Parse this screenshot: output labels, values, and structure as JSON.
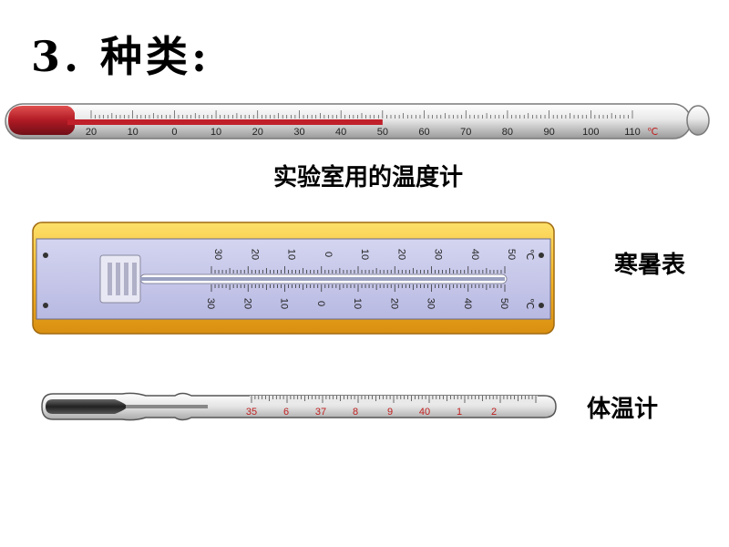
{
  "title": "3. 种类:",
  "captions": {
    "lab": "实验室用的温度计",
    "wall": "寒暑表",
    "clinical": "体温计"
  },
  "lab_thermometer": {
    "scale_labels": [
      "20",
      "10",
      "0",
      "10",
      "20",
      "30",
      "40",
      "50",
      "60",
      "70",
      "80",
      "90",
      "100",
      "110"
    ],
    "unit": "℃",
    "reading": 50,
    "colors": {
      "liquid": "#c0202a",
      "glass": "#e4e4e4"
    }
  },
  "wall_thermometer": {
    "scale_labels": [
      "30",
      "20",
      "10",
      "0",
      "10",
      "20",
      "30",
      "40",
      "50"
    ],
    "unit": "℃",
    "colors": {
      "frame": "#f2b020",
      "panel": "#c7c8ea",
      "liquid": "#c0202a"
    }
  },
  "clinical_thermometer": {
    "scale_labels": [
      "35",
      "6",
      "37",
      "8",
      "9",
      "40",
      "1",
      "2"
    ],
    "colors": {
      "labels": "#c02020",
      "bulb": "#333333"
    }
  }
}
